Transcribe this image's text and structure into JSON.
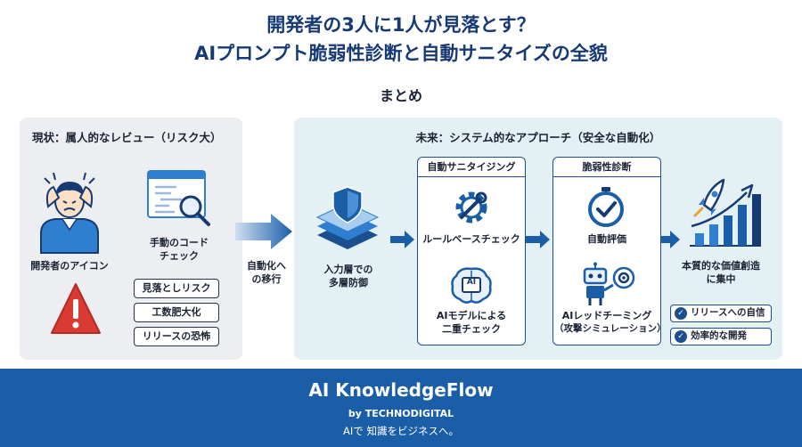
{
  "header": {
    "title_line1": "開発者の3人に1人が見落とす？",
    "title_line2": "AIプロンプト脆弱性診断と自動サニタイズの全貌",
    "section_title": "まとめ"
  },
  "current": {
    "heading": "現状：属人的なレビュー（リスク大）",
    "developer_label": "開発者のアイコン",
    "manual_check_label_1": "手動のコード",
    "manual_check_label_2": "チェック",
    "risks": [
      "見落としリスク",
      "工数肥大化",
      "リリースの恐怖"
    ]
  },
  "transition": {
    "label_1": "自動化へ",
    "label_2": "の移行"
  },
  "future": {
    "heading": "未来：システム的なアプローチ（安全な自動化）",
    "defense_label_1": "入力層での",
    "defense_label_2": "多層防御",
    "sanitizing": {
      "head": "自動サニタイジング",
      "item1": "ルールベースチェック",
      "item2_1": "AIモデルによる",
      "item2_2": "二重チェック",
      "ai_chip": "AI"
    },
    "diagnosis": {
      "head": "脆弱性診断",
      "item1": "自動評価",
      "item2_1": "AIレッドチーミング",
      "item2_2": "（攻撃シミュレーション）"
    },
    "value_label_1": "本質的な価値創造",
    "value_label_2": "に集中",
    "benefits": [
      "リリースへの自信",
      "効率的な開発"
    ],
    "check_glyph": "✓"
  },
  "footer": {
    "brand": "AI KnowledgeFlow",
    "by": "by TECHNODIGITAL",
    "tagline": "AIで 知識をビジネスへ。"
  },
  "colors": {
    "navy": "#163a73",
    "blue": "#1b4f8f",
    "accent": "#2f7fd0",
    "warning_red": "#d93a32",
    "footer_bg": "#1a5ea8"
  }
}
